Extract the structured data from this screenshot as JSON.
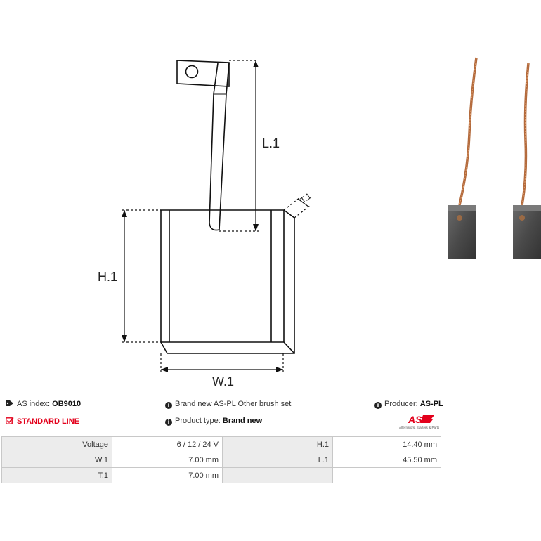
{
  "drawing": {
    "label_l1": "L.1",
    "label_h1": "H.1",
    "label_w1": "W.1",
    "label_t1": "T.1"
  },
  "info": {
    "as_index_label": "AS index:",
    "as_index_value": "OB9010",
    "standard_line": "STANDARD LINE",
    "description": "Brand new AS-PL Other brush set",
    "product_type_label": "Product type:",
    "product_type_value": "Brand new",
    "producer_label": "Producer:",
    "producer_value": "AS-PL"
  },
  "logo": {
    "text": "AS",
    "tagline": "Alternators, Starters & Parts",
    "color": "#e3001b"
  },
  "specs": [
    {
      "l1": "Voltage",
      "v1": "6 / 12 / 24 V",
      "l2": "H.1",
      "v2": "14.40 mm"
    },
    {
      "l1": "W.1",
      "v1": "7.00 mm",
      "l2": "L.1",
      "v2": "45.50 mm"
    },
    {
      "l1": "T.1",
      "v1": "7.00 mm",
      "l2": "",
      "v2": ""
    }
  ]
}
